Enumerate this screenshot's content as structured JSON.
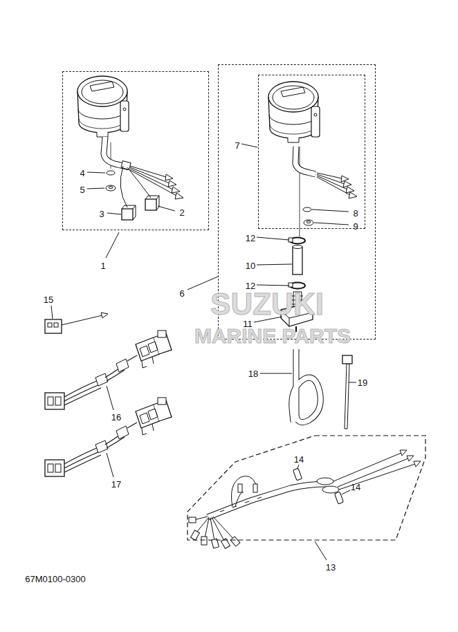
{
  "diagram": {
    "nodes": [
      {
        "text": [
          "1",
          "4",
          "5",
          "3",
          "2"
        ]
      },
      {
        "text": [
          "6",
          "12",
          "10",
          "12",
          "11"
        ]
      },
      {
        "text": [
          "7",
          "8",
          "9"
        ],
        "in": 1
      },
      {
        "text": [
          "14",
          "14",
          "13"
        ]
      }
    ],
    "labels": [
      "15",
      "16",
      "17",
      "18",
      "19",
      "67M0100-0300",
      "SUZUKI",
      "MARINE PARTS"
    ]
  }
}
